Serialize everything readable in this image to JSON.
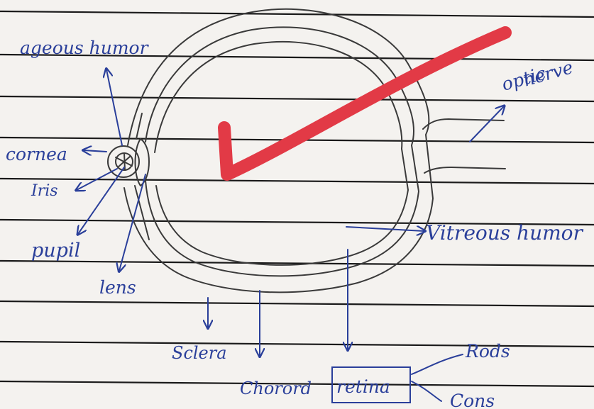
{
  "labels": {
    "aqueous_humor": "ageous humor",
    "optic_nerve_line1": "optic",
    "optic_nerve_line2": "nerve",
    "cornea": "cornea",
    "iris": "Iris",
    "pupil": "pupil",
    "lens": "lens",
    "vitreous_humor": "Vitreous humor",
    "sclera": "Sclera",
    "choroid": "Chorord",
    "retina": "retina",
    "rods": "Rods",
    "cones": "Cons"
  },
  "colors": {
    "paper": "#f4f2ef",
    "ruled_line": "#1a1a1a",
    "pencil": "#3a3a3a",
    "ink": "#2a3f9a",
    "tick_mark": "#e23a46"
  },
  "tick_mark": "red-checkmark"
}
